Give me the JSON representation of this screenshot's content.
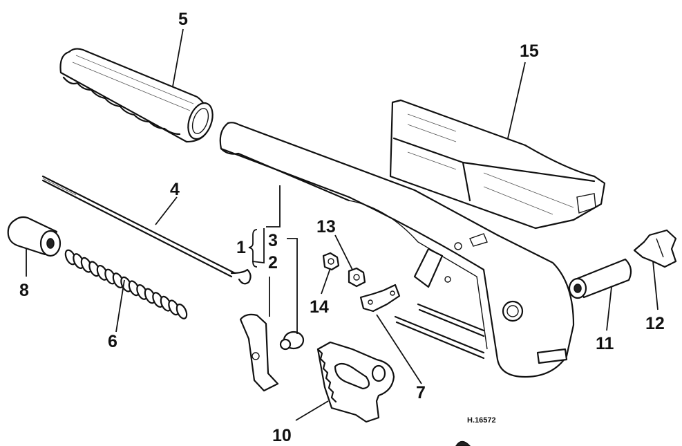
{
  "figure": {
    "reference": "H.16572",
    "callouts": {
      "c1": "1",
      "c2": "2",
      "c3": "3",
      "c4": "4",
      "c5": "5",
      "c6": "6",
      "c7": "7",
      "c8": "8",
      "c10": "10",
      "c11": "11",
      "c12": "12",
      "c13": "13",
      "c14": "14",
      "c15": "15"
    }
  }
}
